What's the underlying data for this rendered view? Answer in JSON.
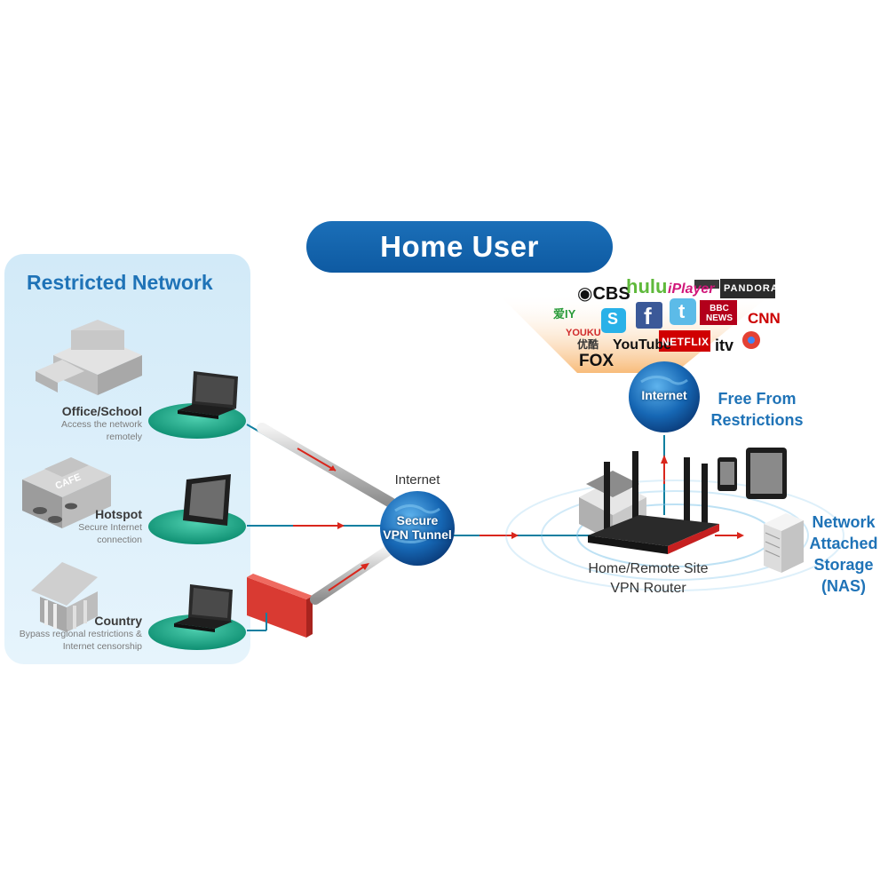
{
  "banner": {
    "title": "Home User"
  },
  "restricted": {
    "title": "Restricted Network",
    "sites": [
      {
        "title": "Office/School",
        "desc1": "Access the network",
        "desc2": "remotely"
      },
      {
        "title": "Hotspot",
        "desc1": "Secure Internet",
        "desc2": "connection",
        "building_sign": "CAFE"
      },
      {
        "title": "Country",
        "desc1": "Bypass regional restrictions &",
        "desc2": "Internet censorship"
      }
    ]
  },
  "tunnel": {
    "internet_label": "Internet",
    "globe_line1": "Secure",
    "globe_line2": "VPN Tunnel"
  },
  "router": {
    "line1": "Home/Remote Site",
    "line2": "VPN Router"
  },
  "internet_globe": {
    "label": "Internet"
  },
  "free": {
    "line1": "Free From",
    "line2": "Restrictions"
  },
  "nas": {
    "line1": "Network",
    "line2": "Attached",
    "line3": "Storage",
    "line4": "(NAS)"
  },
  "services": [
    {
      "name": "iQIYI",
      "text": "爱IY"
    },
    {
      "name": "CBS",
      "text": "◉CBS"
    },
    {
      "name": "hulu",
      "text": "hulu"
    },
    {
      "name": "BBC iPlayer",
      "text": "iPlayer"
    },
    {
      "name": "Pandora",
      "text": "PANDORA"
    },
    {
      "name": "Youku",
      "text": "YOUKU"
    },
    {
      "name": "Skype",
      "text": "S"
    },
    {
      "name": "Facebook",
      "text": "f"
    },
    {
      "name": "Twitter",
      "text": "t"
    },
    {
      "name": "BBC News",
      "text": "BBC NEWS"
    },
    {
      "name": "CNN",
      "text": "CNN"
    },
    {
      "name": "Youku CN",
      "text": "优酷"
    },
    {
      "name": "FOX",
      "text": "FOX"
    },
    {
      "name": "YouTube",
      "text": "YouTube"
    },
    {
      "name": "Netflix",
      "text": "NETFLIX"
    },
    {
      "name": "ITV",
      "text": "itv"
    },
    {
      "name": "Chrome",
      "text": "◎"
    }
  ],
  "colors": {
    "brand_blue": "#1f73b7",
    "banner": "#0e5aa2",
    "firewall": "#d93a32",
    "arrow": "#d9261c",
    "platform": "#1aab8a"
  }
}
